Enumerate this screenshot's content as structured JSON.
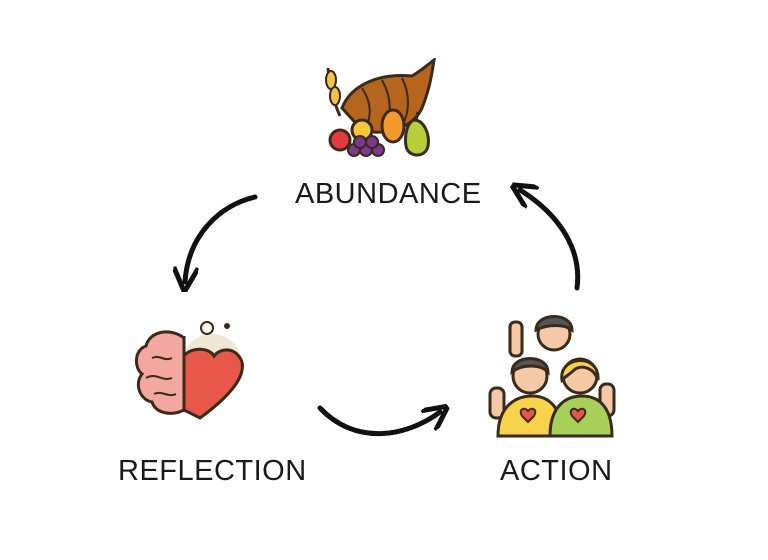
{
  "nodes": {
    "abundance": {
      "label": "ABUNDANCE",
      "icon": "cornucopia-icon"
    },
    "reflection": {
      "label": "REFLECTION",
      "icon": "brain-heart-icon"
    },
    "action": {
      "label": "ACTION",
      "icon": "people-hearts-icon"
    }
  },
  "colors": {
    "text": "#1a1a1a",
    "arrow": "#111111",
    "horn": "#b5651d",
    "heart": "#e8584a",
    "brain": "#f2a7a0",
    "shirt_yellow": "#f7d24a",
    "shirt_green": "#a6d05a"
  }
}
